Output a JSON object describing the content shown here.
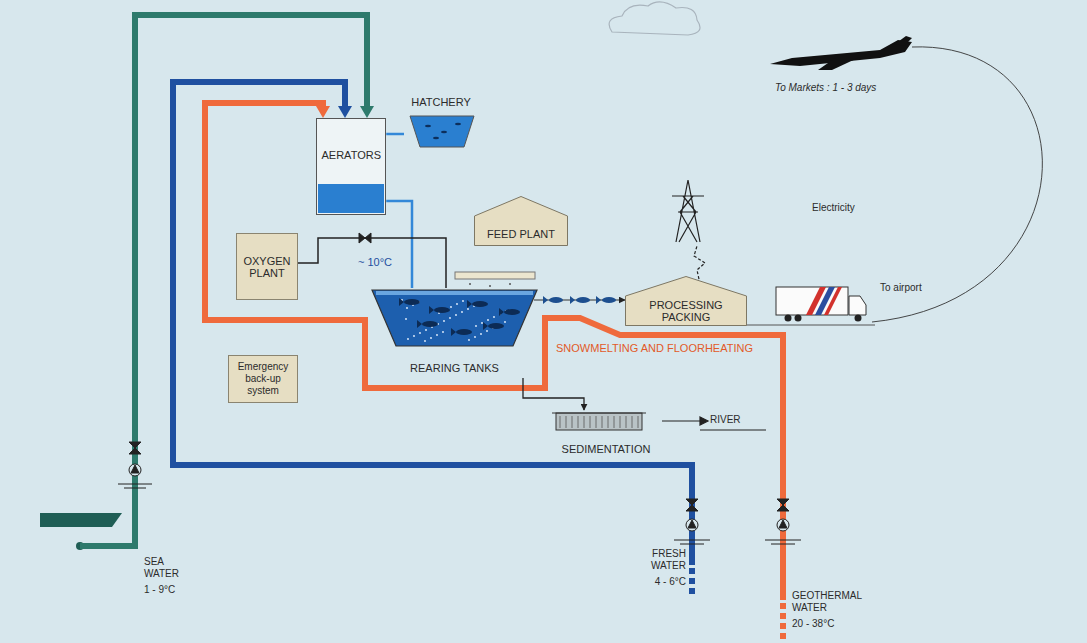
{
  "diagram": {
    "nodes": [
      {
        "text": [
          "AERATORS"
        ]
      },
      {
        "text": [
          "HATCHERY"
        ]
      },
      {
        "text": [
          "FEED PLANT"
        ]
      },
      {
        "text": [
          "OXYGEN PLANT"
        ]
      },
      {
        "text": [
          "REARING TANKS"
        ]
      },
      {
        "text": [
          "PROCESSING PACKING"
        ]
      },
      {
        "text": [
          "Emergency back-up system"
        ]
      },
      {
        "text": [
          "SEDIMENTATION"
        ]
      }
    ],
    "edges": [
      {
        "from": 0,
        "to": 1,
        "arrow": "none"
      },
      {
        "from": 0,
        "to": 4,
        "arrow": "none"
      },
      {
        "from": 3,
        "to": 4,
        "arrow": "none"
      },
      {
        "from": 4,
        "to": 5,
        "arrow": "to"
      },
      {
        "from": 4,
        "to": 7,
        "arrow": "to"
      }
    ],
    "labels": [
      "To Markets : 1 - 3 days",
      "Electricity",
      "To airport",
      "~ 10°C",
      "SNOWMELTING AND FLOORHEATING",
      "RIVER",
      "SEA WATER",
      "1 - 9°C",
      "FRESH WATER",
      "4 - 6°C",
      "GEOTHERMAL WATER",
      "20 - 38°C"
    ]
  }
}
